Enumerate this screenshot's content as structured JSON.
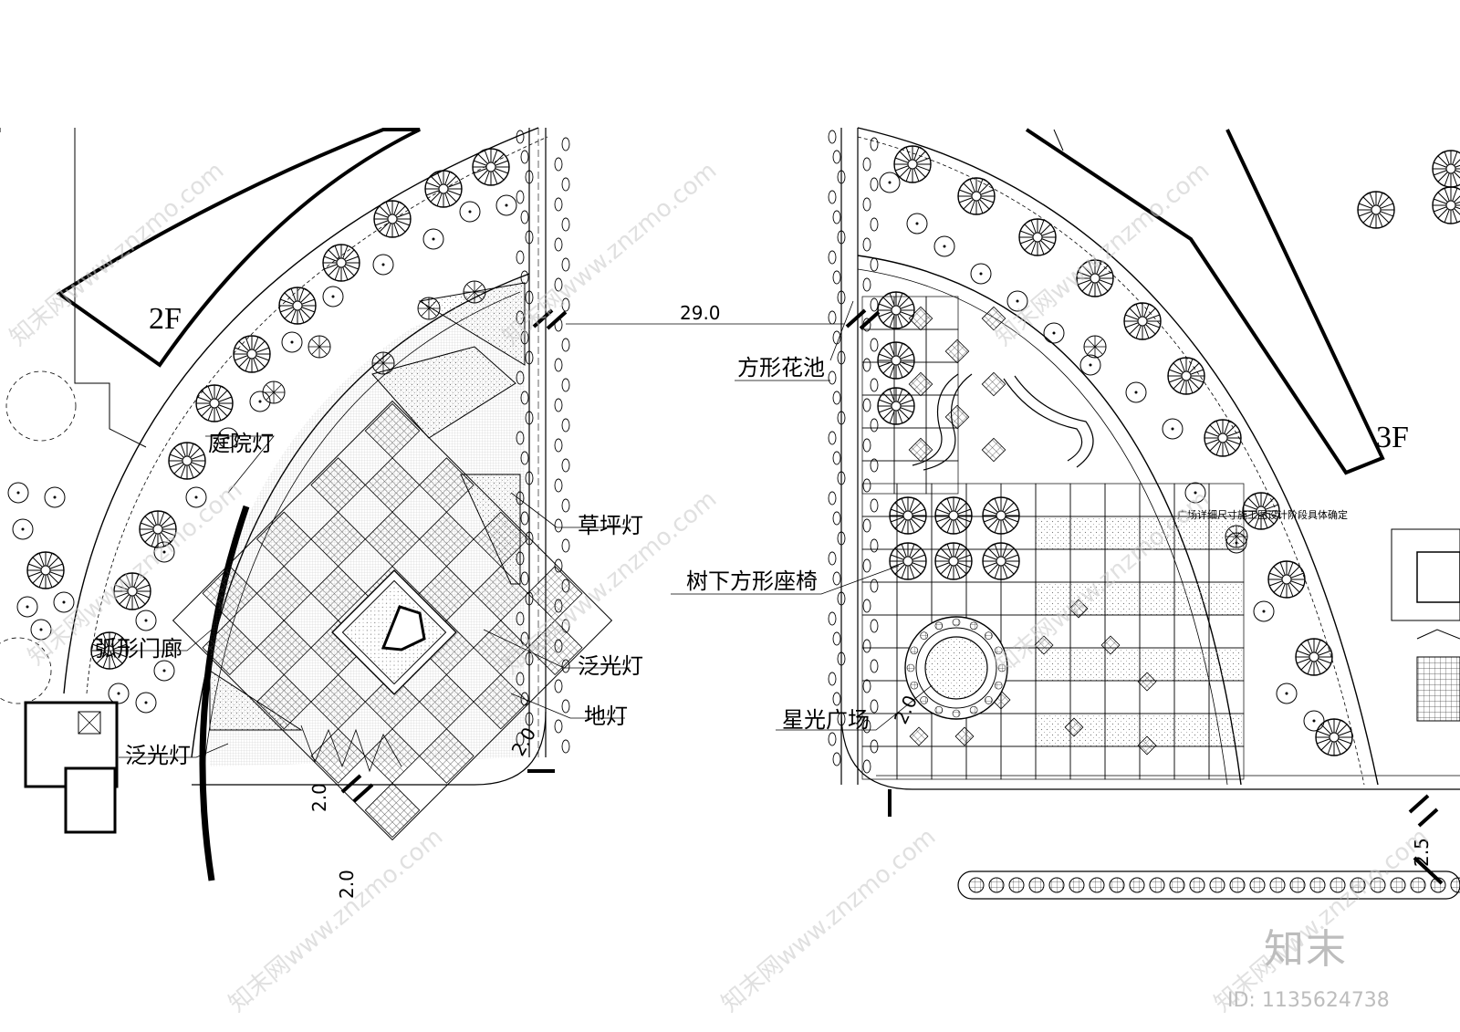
{
  "plan": {
    "left_block": {
      "floor": "2F",
      "labels": {
        "courtyard_lamp": "庭院灯",
        "lawn_lamp": "草坪灯",
        "arc_corridor": "弧形门廊",
        "flood_lamp_right": "泛光灯",
        "ground_lamp": "地灯",
        "flood_lamp_left": "泛光灯"
      },
      "dims": {
        "d1": "2.0",
        "d2": "2.0",
        "d3": "2.0"
      }
    },
    "right_block": {
      "floor": "3F",
      "labels": {
        "square_planter": "方形花池",
        "tree_bench": "树下方形座椅",
        "star_plaza": "星光广场"
      },
      "note": "广场详细尺寸施工图设计阶段具体确定",
      "dims": {
        "d1": "2.0",
        "d2": "2.5"
      }
    },
    "center_dim": "29.0"
  },
  "watermark": {
    "text": "知末网www.znzmo.com",
    "logo": "知末",
    "id": "ID: 1135624738"
  },
  "colors": {
    "line": "#000000",
    "hatch": "#9a9a9a",
    "watermark": "#c8c8c8"
  }
}
